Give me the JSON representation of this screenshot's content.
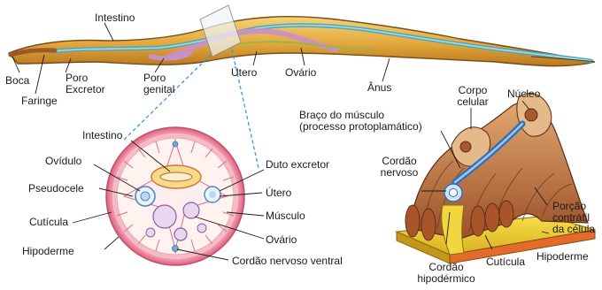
{
  "worm": {
    "intestino": "Intestino",
    "boca": "Boca",
    "faringe": "Faringe",
    "poro_excretor": "Poro\nExcretor",
    "poro_genital": "Poro\ngenital",
    "utero": "Útero",
    "ovario": "Ovário",
    "anus": "Ânus"
  },
  "cross_section": {
    "intestino": "Intestino",
    "oviduto": "Ovídulo",
    "pseudocele": "Pseudocele",
    "cuticula": "Cutícula",
    "hipoderme": "Hipoderme",
    "duto_excretor": "Duto excretor",
    "utero": "Útero",
    "musculo": "Músculo",
    "ovario": "Ovário",
    "cordao_ventral": "Cordão nervoso ventral"
  },
  "muscle_cell": {
    "braco": "Braço do músculo\n(processo protoplamático)",
    "corpo_celular": "Corpo\ncelular",
    "nucleo": "Núcleo",
    "cordao_nervoso": "Cordão\nnervoso",
    "porcao_contratil": "Porção\ncontrátil\nda célula",
    "hipoderme": "Hipoderme",
    "cuticula": "Cutícula",
    "cordao_hipodermico": "Cordão\nhipodérmico"
  },
  "colors": {
    "body": "#e9b84a",
    "body_outline": "#8a5a1e",
    "intestine": "#6bb8c4",
    "uterus": "#c98fc8",
    "ring_outer": "#f2a2b4",
    "muscle": "#b5643a",
    "leader": "#2aa0d8"
  }
}
